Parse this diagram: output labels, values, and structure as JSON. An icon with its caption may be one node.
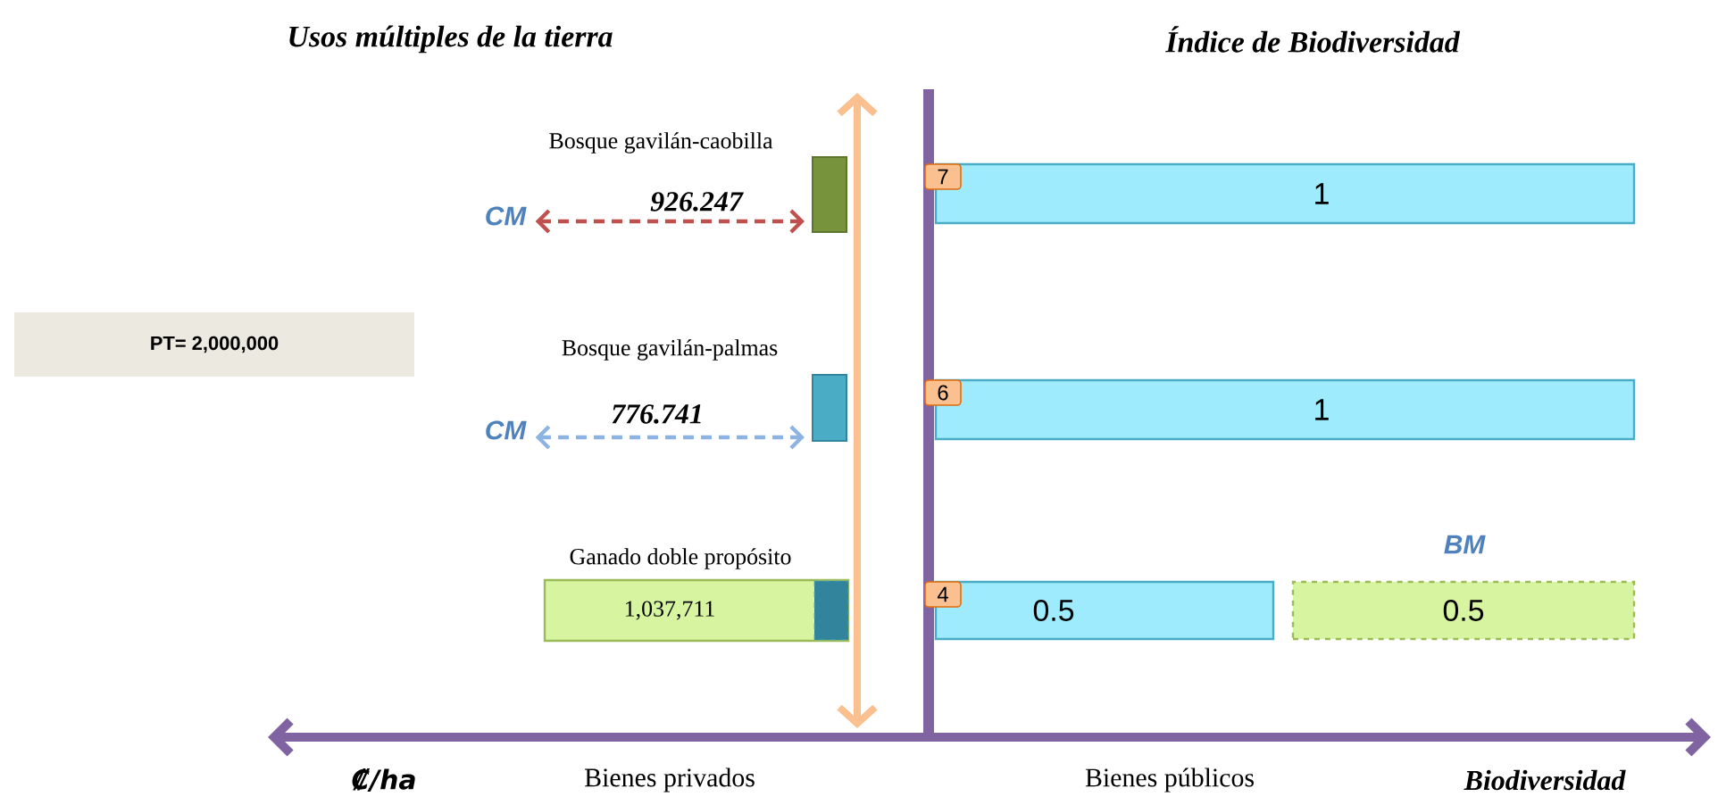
{
  "diagram": {
    "nodes": [
      {
        "text": [
          "PT= 2,000,000"
        ]
      },
      {
        "text": [
          "Bosque gavilán-caobilla"
        ]
      },
      {
        "text": [
          "Bosque gavilán-palmas"
        ]
      },
      {
        "text": [
          "Ganado doble propósito",
          "1,037,711"
        ]
      },
      {
        "text": [
          "7"
        ]
      },
      {
        "text": [
          "1"
        ]
      },
      {
        "text": [
          "6"
        ]
      },
      {
        "text": [
          "1"
        ]
      },
      {
        "text": [
          "4"
        ]
      },
      {
        "text": [
          "0.5"
        ]
      },
      {
        "text": [
          "BM",
          "0.5"
        ]
      },
      {
        "text": [
          "CM"
        ]
      },
      {
        "text": [
          "CM"
        ]
      }
    ],
    "edges": [
      {
        "from": 11,
        "to": 1,
        "arrow": "both",
        "label": "926.247",
        "style": "dashed",
        "color": "#c0504d"
      },
      {
        "from": 12,
        "to": 2,
        "arrow": "both",
        "label": "776.741",
        "style": "dashed",
        "color": "#8db3e2"
      }
    ],
    "labels": [
      "Usos múltiples de la tierra",
      "Índice de Biodiversidad",
      "₡/ha",
      "Bienes privados",
      "Bienes públicos",
      "Biodiversidad"
    ]
  }
}
